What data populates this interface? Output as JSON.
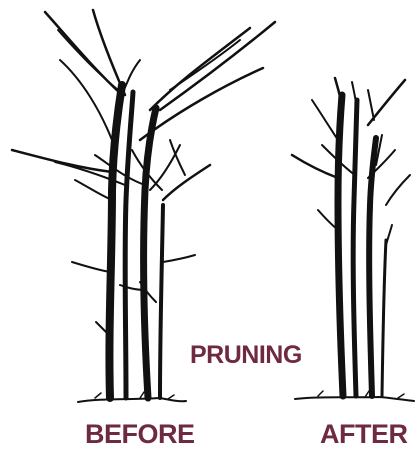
{
  "title": "PRUNING",
  "before_label": "BEFORE",
  "after_label": "AFTER",
  "colors": {
    "text": "#6e2a3e",
    "ink": "#111111",
    "background": "#ffffff"
  }
}
